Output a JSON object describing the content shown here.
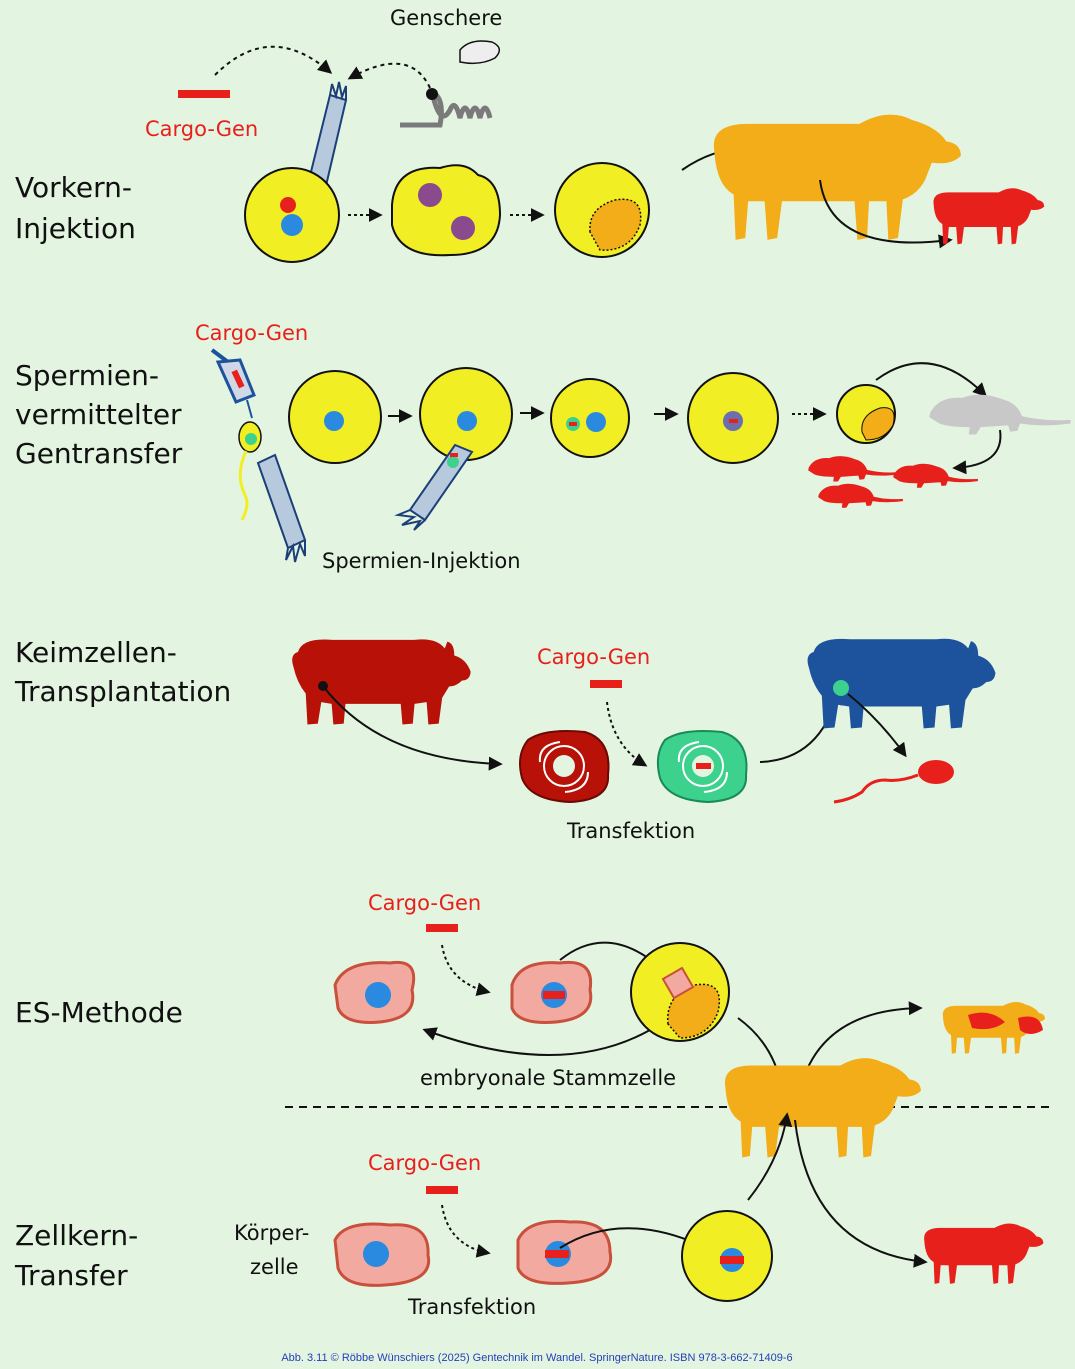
{
  "colors": {
    "background": "#e3f5e1",
    "cell_yellow": "#f2ee24",
    "nucleus_blue": "#2a8ae0",
    "cargo_red": "#e8201c",
    "sheep_orange": "#f2ad18",
    "pig_dark_red": "#b81208",
    "pig_blue": "#1c539c",
    "donor_green": "#3cd18c",
    "somatic_pink": "#f2aaa0",
    "credit_blue": "#2440b8"
  },
  "rows": {
    "vorkern": {
      "title_line1": "Vorkern-",
      "title_line2": "Injektion",
      "cargo": "Cargo-Gen",
      "scissor": "Genschere"
    },
    "spermien": {
      "title_line1": "Spermien-",
      "title_line2": "vermittelter",
      "title_line3": "Gentransfer",
      "cargo": "Cargo-Gen",
      "injection": "Spermien-Injektion"
    },
    "keimzellen": {
      "title_line1": "Keimzellen-",
      "title_line2": "Transplantation",
      "cargo": "Cargo-Gen",
      "transfection": "Transfektion"
    },
    "es": {
      "title": "ES-Methode",
      "cargo": "Cargo-Gen",
      "stemcell": "embryonale Stammzelle"
    },
    "zellkern": {
      "title_line1": "Zellkern-",
      "title_line2": "Transfer",
      "cargo": "Cargo-Gen",
      "body_line1": "Körper-",
      "body_line2": "zelle",
      "transfection": "Transfektion"
    }
  },
  "icons": {
    "scissor": "gene-scissor-icon",
    "syringe": "syringe-icon",
    "pipette": "micropipette-icon",
    "sheep": "sheep-icon",
    "mouse": "mouse-icon",
    "pig": "pig-icon",
    "sperm": "sperm-icon"
  },
  "credit": "Abb. 3.11 © Röbbe Wünschiers (2025) Gentechnik im Wandel. SpringerNature. ISBN 978-3-662-71409-6"
}
